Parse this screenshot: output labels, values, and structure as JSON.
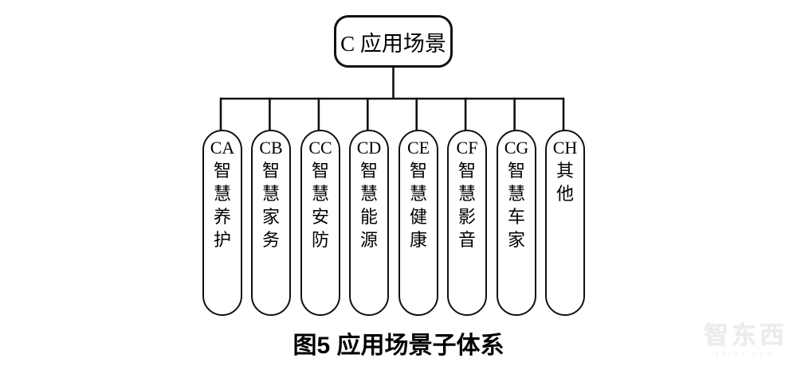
{
  "diagram": {
    "root": {
      "label": "C 应用场景"
    },
    "children": [
      {
        "code": "CA",
        "label": "智慧养护"
      },
      {
        "code": "CB",
        "label": "智慧家务"
      },
      {
        "code": "CC",
        "label": "智慧安防"
      },
      {
        "code": "CD",
        "label": "智慧能源"
      },
      {
        "code": "CE",
        "label": "智慧健康"
      },
      {
        "code": "CF",
        "label": "智慧影音"
      },
      {
        "code": "CG",
        "label": "智慧车家"
      },
      {
        "code": "CH",
        "label": "其他"
      }
    ]
  },
  "caption": "图5 应用场景子体系",
  "watermark": {
    "logo": "智东西",
    "url": "zhidx.com"
  },
  "colors": {
    "line": "#111111",
    "background": "#ffffff",
    "watermark": "#ececec"
  }
}
